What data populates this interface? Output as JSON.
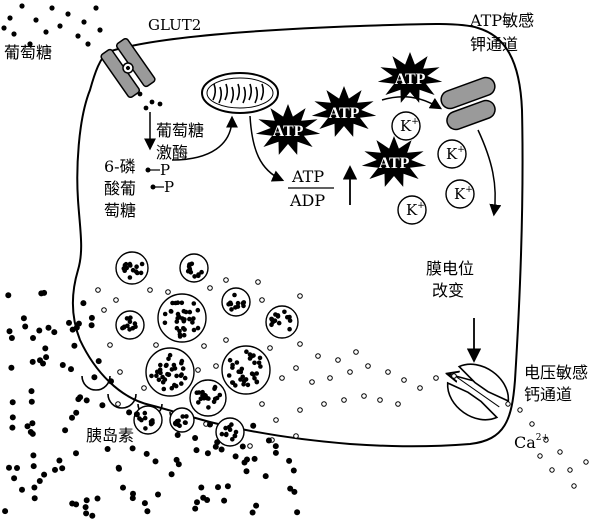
{
  "labels": {
    "glucose": "葡萄糖",
    "glut2": "GLUT2",
    "atp_k_channel": [
      "ATP敏感",
      "钾通道"
    ],
    "glucokinase": [
      "葡萄糖",
      "激酶"
    ],
    "g6p": [
      "6-磷",
      "酸葡",
      "萄糖"
    ],
    "phosphate": "P",
    "atp_star": "ATP",
    "ratio_numerator": "ATP",
    "ratio_denominator": "ADP",
    "potassium": "K",
    "potassium_charge": "+",
    "depolarization": [
      "膜电位",
      "改变"
    ],
    "ca_channel": [
      "电压敏感",
      "钙通道"
    ],
    "calcium": "Ca",
    "calcium_charge": "2+",
    "insulin": "胰岛素"
  },
  "colors": {
    "ink": "#000000",
    "paper": "#ffffff",
    "channel_fill": "#9a9a9a"
  }
}
